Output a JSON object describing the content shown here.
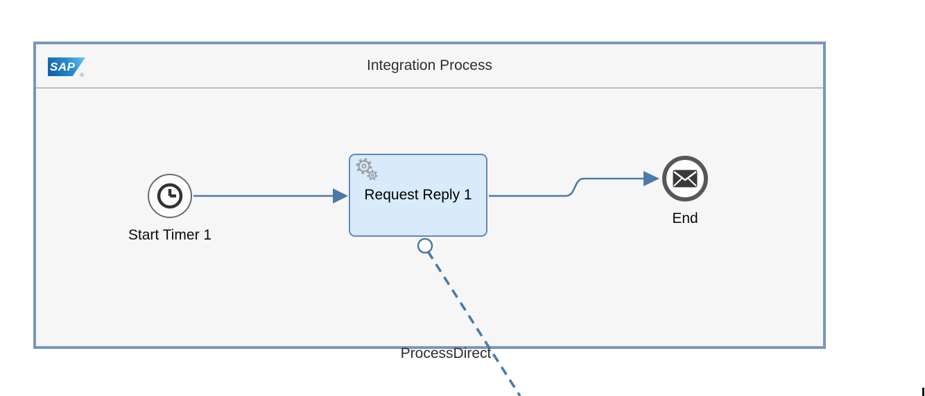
{
  "process": {
    "title": "Integration Process",
    "logo": {
      "text": "SAP",
      "registered": "®"
    }
  },
  "nodes": {
    "start_timer": {
      "label": "Start Timer 1",
      "icon": "clock-icon",
      "type": "timer-start-event"
    },
    "request_reply": {
      "label": "Request Reply 1",
      "icon": "gears-icon",
      "type": "external-call-task"
    },
    "end": {
      "label": "End",
      "icon": "envelope-icon",
      "type": "message-end-event"
    }
  },
  "edges": {
    "start_to_request": {
      "style": "solid-arrow"
    },
    "request_to_end": {
      "style": "solid-arrow"
    },
    "process_direct": {
      "label": "ProcessDirect",
      "style": "dashed"
    }
  },
  "colors": {
    "container_border": "#7b96bb",
    "connector": "#4a7aa8",
    "task_fill": "#d9eafb",
    "task_border": "#5e89b5",
    "canvas_bg": "#f6f6f6",
    "event_ring": "#575757"
  }
}
